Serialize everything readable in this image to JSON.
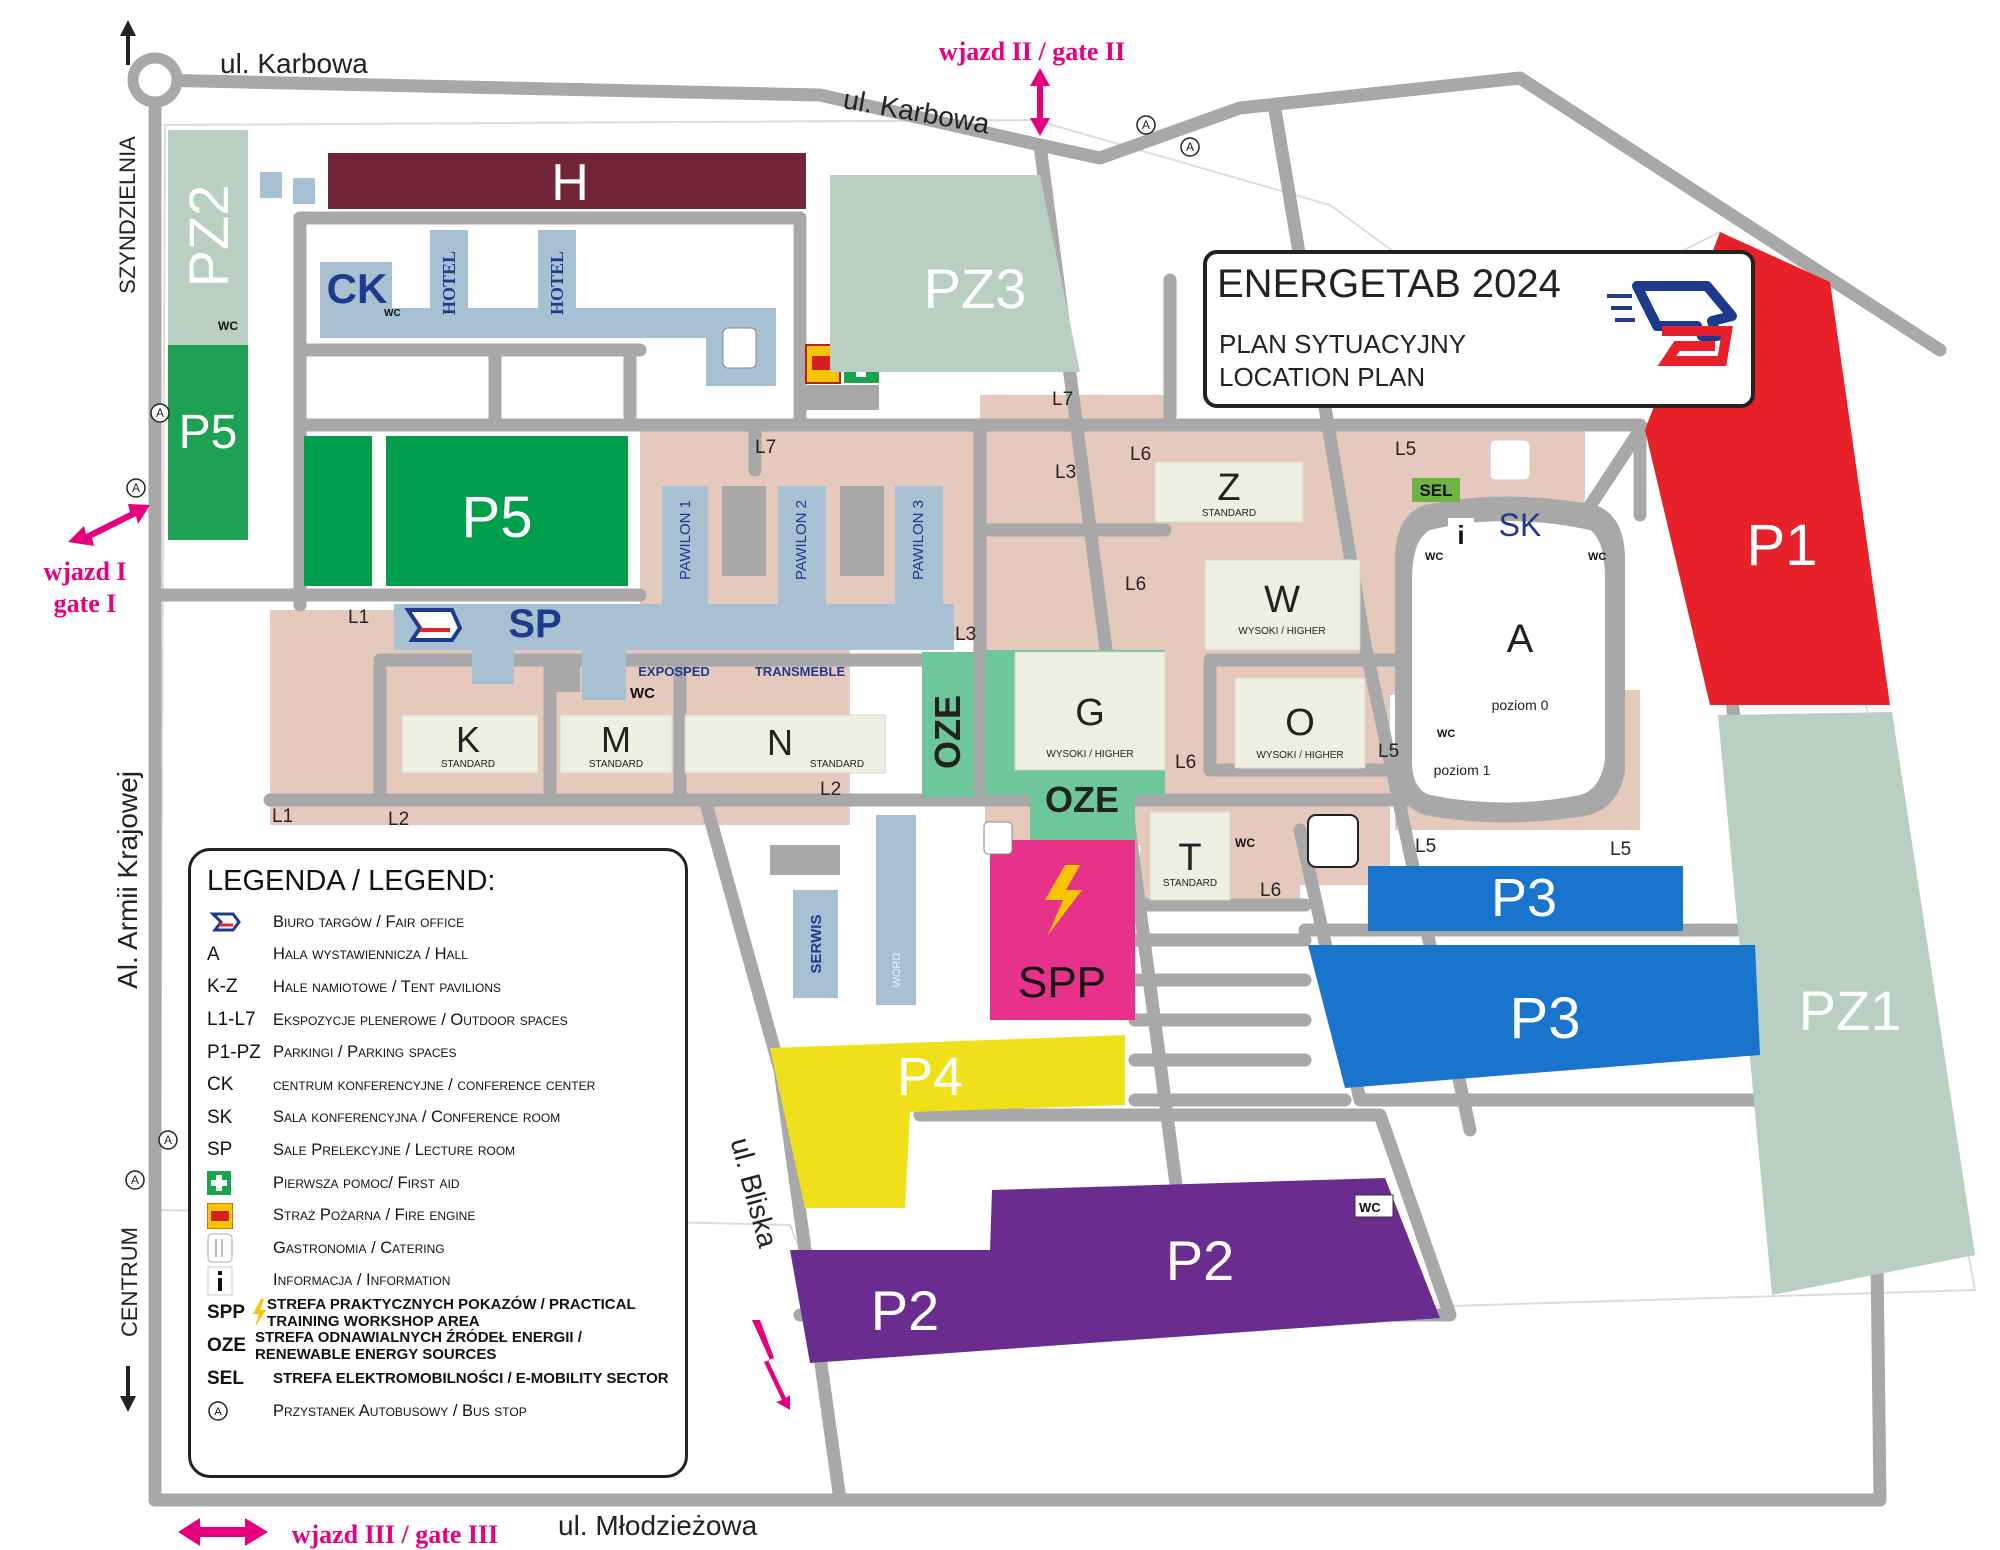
{
  "title": {
    "event": "ENERGETAB 2024",
    "line1": "PLAN SYTUACYJNY",
    "line2": "LOCATION PLAN"
  },
  "streets": {
    "karbowa_1": "ul. Karbowa",
    "karbowa_2": "ul. Karbowa",
    "szyndzielnia": "SZYNDZIELNIA",
    "armii_krajowej": "Al. Armii Krajowej",
    "centrum": "CENTRUM",
    "bliska": "ul. Bliska",
    "mlodziezowa": "ul. Młodzieżowa"
  },
  "gates": {
    "gate1_line1": "wjazd I",
    "gate1_line2": "gate I",
    "gate2": "wjazd II / gate II",
    "gate3": "wjazd III / gate III"
  },
  "areas": {
    "H": "H",
    "CK": "CK",
    "hotel1": "HOTEL",
    "hotel2": "HOTEL",
    "PZ2": "PZ2",
    "PZ3": "PZ3",
    "PZ1": "PZ1",
    "P5a": "P5",
    "P5b": "P5",
    "P1": "P1",
    "P3a": "P3",
    "P3b": "P3",
    "P4": "P4",
    "P2a": "P2",
    "P2b": "P2",
    "SP": "SP",
    "SK": "SK",
    "A": "A",
    "poziom0": "poziom 0",
    "poziom1": "poziom 1",
    "pawilon1": "PAWILON 1",
    "pawilon2": "PAWILON 2",
    "pawilon3": "PAWILON 3",
    "exposped": "EXPOSPED",
    "transmeble": "TRANSMEBLE",
    "OZE_v": "OZE",
    "OZE_h": "OZE",
    "SPP": "SPP",
    "SEL": "SEL",
    "serwis": "SERWIS",
    "word": "WORD"
  },
  "tents": [
    {
      "id": "K",
      "label": "K",
      "sub": "STANDARD"
    },
    {
      "id": "M",
      "label": "M",
      "sub": "STANDARD"
    },
    {
      "id": "N",
      "label": "N",
      "sub": "STANDARD"
    },
    {
      "id": "G",
      "label": "G",
      "sub": "WYSOKI / HIGHER"
    },
    {
      "id": "Z",
      "label": "Z",
      "sub": "STANDARD"
    },
    {
      "id": "W",
      "label": "W",
      "sub": "WYSOKI / HIGHER"
    },
    {
      "id": "O",
      "label": "O",
      "sub": "WYSOKI / HIGHER"
    },
    {
      "id": "T",
      "label": "T",
      "sub": "STANDARD"
    }
  ],
  "outdoor": [
    "L1",
    "L1",
    "L2",
    "L2",
    "L3",
    "L3",
    "L5",
    "L5",
    "L5",
    "L5",
    "L6",
    "L6",
    "L6",
    "L6",
    "L7",
    "L7"
  ],
  "wc": "WC",
  "bus_stop": "A",
  "info": "i",
  "legend": {
    "title": "LEGENDA / LEGEND:",
    "items": [
      {
        "key": "",
        "icon": "fair-office-logo",
        "desc": "Biuro targów / Fair office"
      },
      {
        "key": "A",
        "desc": "Hala wystawiennicza / Hall"
      },
      {
        "key": "K-Z",
        "desc": "Hale namiotowe / Tent pavilions"
      },
      {
        "key": "L1-L7",
        "desc": "Ekspozycje plenerowe / Outdoor spaces"
      },
      {
        "key": "P1-PZ",
        "desc": "Parkingi / Parking spaces"
      },
      {
        "key": "CK",
        "desc": "centrum konferencyjne / conference center"
      },
      {
        "key": "SK",
        "desc": "Sala konferencyjna / Conference room"
      },
      {
        "key": "SP",
        "desc": "Sale Prelekcyjne / Lecture room"
      },
      {
        "key": "",
        "icon": "first-aid-icon",
        "desc": "Pierwsza pomoc/ First aid"
      },
      {
        "key": "",
        "icon": "fire-engine-icon",
        "desc": "Straż Pożarna / Fire engine"
      },
      {
        "key": "",
        "icon": "catering-icon",
        "desc": "Gastronomia / Catering"
      },
      {
        "key": "",
        "icon": "information-icon",
        "desc": "Informacja / Information"
      },
      {
        "key": "SPP",
        "icon": "lightning-icon",
        "desc": "STREFA PRAKTYCZNYCH POKAZÓW / PRACTICAL TRAINING WORKSHOP AREA"
      },
      {
        "key": "OZE",
        "desc": "STREFA ODNAWIALNYCH ŹRÓDEŁ ENERGII / RENEWABLE ENERGY SOURCES"
      },
      {
        "key": "SEL",
        "desc": "STREFA ELEKTROMOBILNOŚCI / E-MOBILITY SECTOR"
      },
      {
        "key": "",
        "icon": "bus-stop-icon",
        "desc": "Przystanek Autobusowy / Bus stop"
      }
    ]
  },
  "colors": {
    "road": "#a8a8a8",
    "maroon": "#722538",
    "green": "#009f4d",
    "light_green": "#6dc79a",
    "red": "#e8202a",
    "blue": "#1874cd",
    "yellow": "#f0e01a",
    "purple": "#6a2c8f",
    "magenta": "#e8318a",
    "pink_arrow": "#e6007e",
    "hall_blue": "#a7c1d2",
    "sand": "#e6c9bd",
    "tent": "#efeee2",
    "sage": "#b9cfc4",
    "navy": "#1d3a8c"
  }
}
